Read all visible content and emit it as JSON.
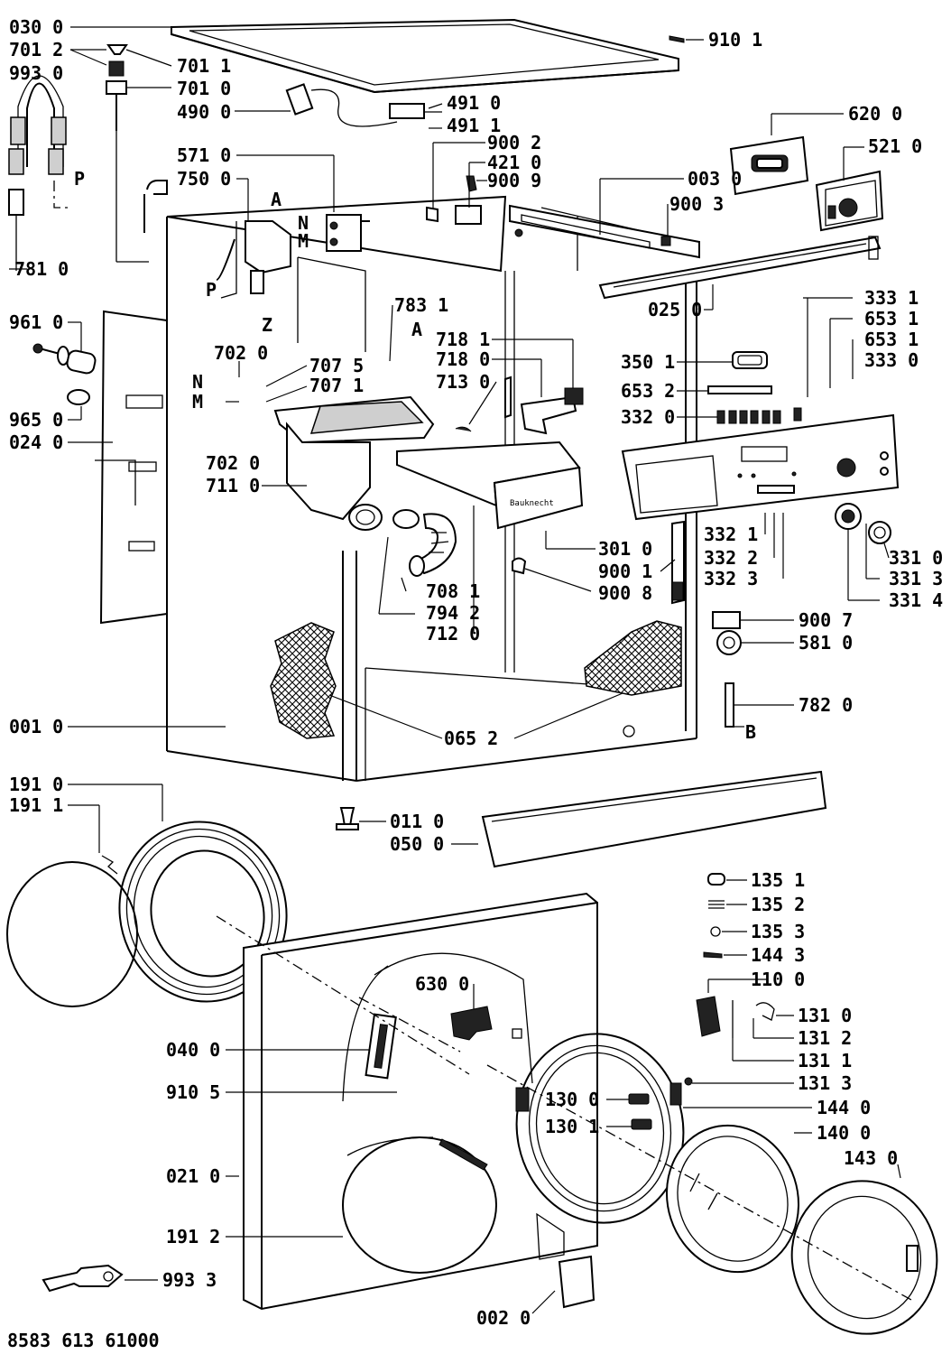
{
  "diagram_id": "8583 613 61000",
  "labels": {
    "p030_0": "030 0",
    "p701_2": "701 2",
    "p993_0": "993 0",
    "p701_1": "701 1",
    "p701_0": "701 0",
    "p490_0": "490 0",
    "p910_1": "910 1",
    "p491_0": "491 0",
    "p491_1": "491 1",
    "p900_2": "900 2",
    "p421_0": "421 0",
    "p900_9": "900 9",
    "p620_0": "620 0",
    "p521_0": "521 0",
    "p571_0": "571 0",
    "p750_0": "750 0",
    "p003_0": "003 0",
    "p900_3": "900 3",
    "p781_0": "781 0",
    "p025_0": "025 0",
    "p961_0": "961 0",
    "p783_1": "783 1",
    "p333_1": "333 1",
    "p653_1a": "653 1",
    "p653_1b": "653 1",
    "p333_0": "333 0",
    "p702_0a": "702 0",
    "p707_5": "707 5",
    "p707_1": "707 1",
    "p718_1": "718 1",
    "p718_0": "718 0",
    "p713_0": "713 0",
    "p350_1": "350 1",
    "p653_2": "653 2",
    "p332_0": "332 0",
    "p965_0": "965 0",
    "p024_0": "024 0",
    "p702_0b": "702 0",
    "p711_0": "711 0",
    "p301_0": "301 0",
    "p900_1": "900 1",
    "p900_8": "900 8",
    "p332_1": "332 1",
    "p332_2": "332 2",
    "p332_3": "332 3",
    "p331_0": "331 0",
    "p331_3": "331 3",
    "p331_4": "331 4",
    "p708_1": "708 1",
    "p794_2": "794 2",
    "p712_0": "712 0",
    "p900_7": "900 7",
    "p581_0": "581 0",
    "p782_0": "782 0",
    "p001_0": "001 0",
    "p065_2": "065 2",
    "p191_0": "191 0",
    "p191_1": "191 1",
    "p011_0": "011 0",
    "p050_0": "050 0",
    "p135_1": "135 1",
    "p135_2": "135 2",
    "p135_3": "135 3",
    "p144_3": "144 3",
    "p110_0": "110 0",
    "p630_0": "630 0",
    "p131_0": "131 0",
    "p131_2": "131 2",
    "p131_1": "131 1",
    "p040_0": "040 0",
    "p131_3": "131 3",
    "p910_5": "910 5",
    "p130_0": "130 0",
    "p144_0": "144 0",
    "p130_1": "130 1",
    "p140_0": "140 0",
    "p021_0": "021 0",
    "p143_0": "143 0",
    "p191_2": "191 2",
    "p993_3": "993 3",
    "p002_0": "002 0"
  },
  "letters": {
    "P1": "P",
    "P2": "P",
    "A1": "A",
    "A2": "A",
    "N1": "N",
    "M1": "M",
    "N2": "N",
    "M2": "M",
    "Z": "Z",
    "B": "B"
  },
  "brand_on_tray": "Bauknecht"
}
